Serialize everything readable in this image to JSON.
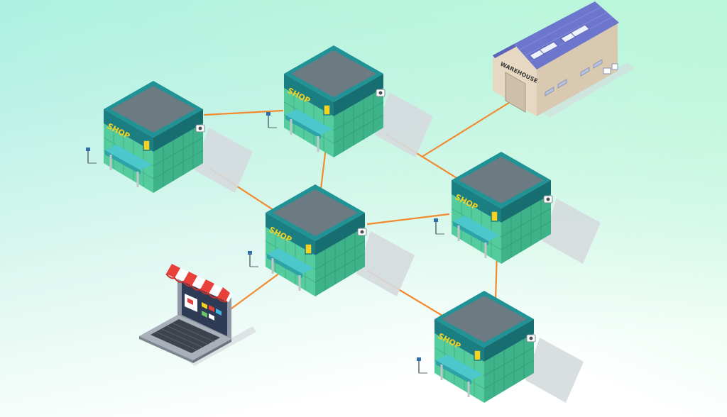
{
  "colors": {
    "bg_top_left": "#a8eee3",
    "bg_top_right": "#b9f5dc",
    "bg_bottom": "#ffffff",
    "connection": "#f28a2e",
    "roof_top": "#6b7b82",
    "roof_rim": "#1f8f94",
    "wall_front": "#5ad0a0",
    "wall_side": "#3fb58a",
    "awning": "#48c2c6",
    "shop_text": "#f5d21f",
    "shadow": "#d9dde1",
    "warehouse_roof": "#6a74c9",
    "warehouse_wall": "#e4d7c3",
    "laptop_body": "#9aa2ad",
    "laptop_awning_red": "#e8413b",
    "laptop_awning_white": "#ffffff"
  },
  "nodes": {
    "shop_label": "SHOP",
    "warehouse_label": "WAREHOUSE"
  },
  "network": {
    "type": "diagram",
    "node_types": [
      "shop",
      "warehouse",
      "laptop"
    ],
    "connections": [
      [
        "shop-1",
        "shop-2"
      ],
      [
        "shop-1",
        "shop-3"
      ],
      [
        "shop-2",
        "shop-3"
      ],
      [
        "shop-2",
        "shop-4"
      ],
      [
        "shop-4",
        "warehouse"
      ],
      [
        "shop-3",
        "shop-4"
      ],
      [
        "shop-3",
        "shop-5"
      ],
      [
        "shop-4",
        "shop-5"
      ],
      [
        "shop-3",
        "laptop"
      ]
    ]
  }
}
